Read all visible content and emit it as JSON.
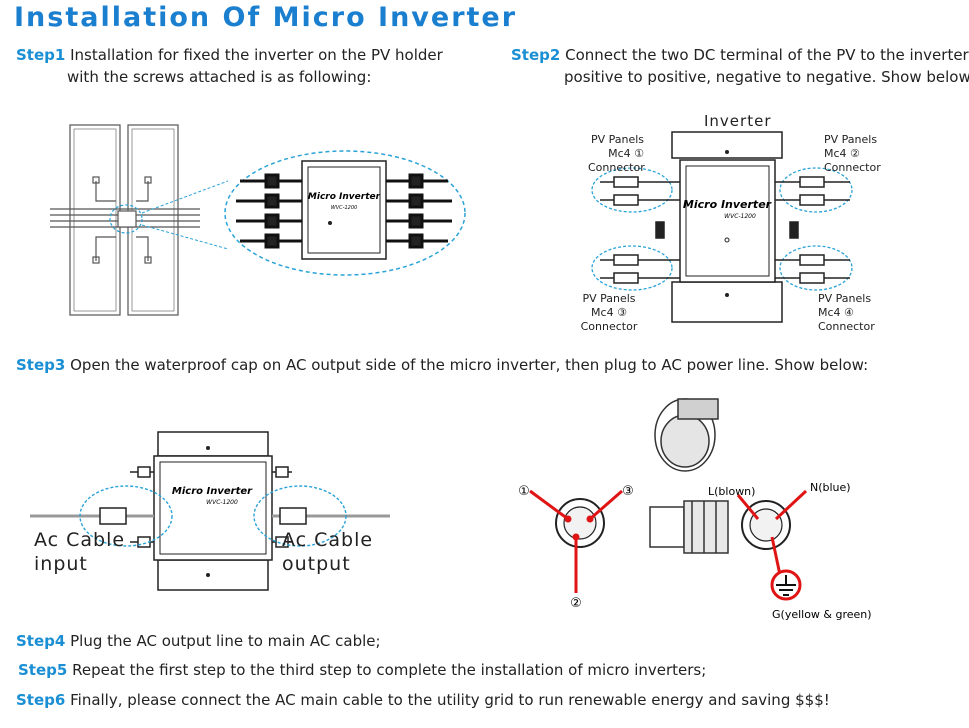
{
  "title": "Installation Of Micro Inverter",
  "steps": {
    "s1": {
      "label": "Step1",
      "line1": "Installation for fixed the inverter on the PV holder",
      "line2": "with the screws attached is as following:"
    },
    "s2": {
      "label": "Step2",
      "line1": "Connect the two DC terminal of the PV to the inverter,",
      "line2": "positive to positive, negative to negative. Show below:"
    },
    "s3": {
      "label": "Step3",
      "text": "Open the waterproof cap on AC output side of the micro inverter, then plug to AC power line. Show below:"
    },
    "s4": {
      "label": "Step4",
      "text": "Plug the AC output line to main AC cable;"
    },
    "s5": {
      "label": "Step5",
      "text": "Repeat the first step to the third step to complete the installation of micro inverters;"
    },
    "s6": {
      "label": "Step6",
      "text": "Finally, please connect the AC main cable to the utility grid  to run renewable energy and saving $$$!"
    }
  },
  "diagram2": {
    "inverter_label": "Inverter",
    "tl": {
      "l1": "PV Panels",
      "l2": "Mc4 ①",
      "l3": "Connector"
    },
    "tr": {
      "l1": "PV Panels",
      "l2": "Mc4 ②",
      "l3": "Connector"
    },
    "bl": {
      "l1": "PV Panels",
      "l2": "Mc4 ③",
      "l3": "Connector"
    },
    "br": {
      "l1": "PV Panels",
      "l2": "Mc4 ④",
      "l3": "Connector"
    }
  },
  "device": {
    "name": "Micro Inverter",
    "model": "WVC-1200"
  },
  "diagram3": {
    "ac_input": {
      "l1": "Ac  Cable",
      "l2": "input"
    },
    "ac_output": {
      "l1": "Ac  Cable",
      "l2": "output"
    }
  },
  "plug": {
    "n1": "①",
    "n2": "②",
    "n3": "③",
    "l_label": "L(blown)",
    "n_label": "N(blue)",
    "g_label": "G(yellow & green)"
  },
  "colors": {
    "title": "#1b7fd0",
    "step_label": "#1b8fd4",
    "callout": "#2aa3d8",
    "pin": "#e01414"
  }
}
